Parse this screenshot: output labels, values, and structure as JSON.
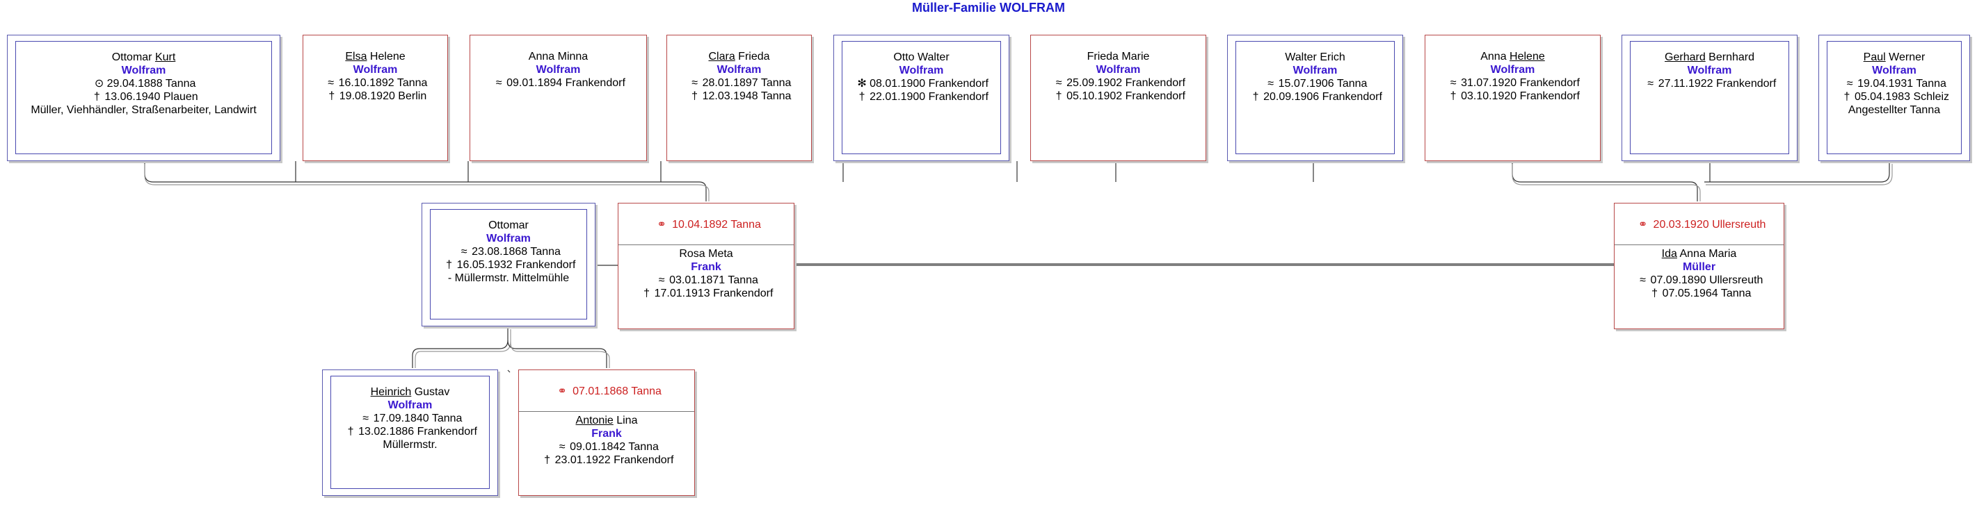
{
  "title": "Müller-Familie WOLFRAM",
  "symbols": {
    "born": "⊙",
    "baptized": "≈",
    "died": "†",
    "born_star": "✻",
    "marriage": "⚭"
  },
  "children_row_1": [
    {
      "given_pre": "Ottomar ",
      "given_call": "Kurt",
      "given_post": "",
      "surname": "Wolfram",
      "event1": "29.04.1888 Tanna",
      "event2": "13.06.1940 Plauen",
      "note": "Müller, Viehhändler, Straßenarbeiter, Landwirt"
    },
    {
      "given_pre": "",
      "given_call": "Elsa",
      "given_post": " Helene",
      "surname": "Wolfram",
      "event1": "16.10.1892 Tanna",
      "event2": "19.08.1920 Berlin"
    },
    {
      "given_pre": "Anna Minna",
      "surname": "Wolfram",
      "event1": "09.01.1894 Frankendorf"
    },
    {
      "given_pre": "",
      "given_call": "Clara",
      "given_post": " Frieda",
      "surname": "Wolfram",
      "event1": "28.01.1897 Tanna",
      "event2": "12.03.1948 Tanna"
    },
    {
      "given_pre": "Otto Walter",
      "surname": "Wolfram",
      "event1": "08.01.1900 Frankendorf",
      "event2": "22.01.1900 Frankendorf"
    },
    {
      "given_pre": "Frieda Marie",
      "surname": "Wolfram",
      "event1": "25.09.1902 Frankendorf",
      "event2": "05.10.1902 Frankendorf"
    },
    {
      "given_pre": "Walter Erich",
      "surname": "Wolfram",
      "event1": "15.07.1906 Tanna",
      "event2": "20.09.1906 Frankendorf"
    },
    {
      "given_pre": "Anna ",
      "given_call": "Helene",
      "given_post": "",
      "surname": "Wolfram",
      "event1": "31.07.1920 Frankendorf",
      "event2": "03.10.1920 Frankendorf"
    },
    {
      "given_pre": "",
      "given_call": "Gerhard",
      "given_post": " Bernhard",
      "surname": "Wolfram",
      "event1": "27.11.1922 Frankendorf"
    },
    {
      "given_pre": "",
      "given_call": "Paul",
      "given_post": " Werner",
      "surname": "Wolfram",
      "event1": "19.04.1931 Tanna",
      "event2": "05.04.1983 Schleiz",
      "note": "Angestellter Tanna"
    }
  ],
  "father": {
    "given": "Ottomar",
    "surname": "Wolfram",
    "event1": "23.08.1868 Tanna",
    "event2": "16.05.1932 Frankendorf",
    "note": "- Müllermstr. Mittelmühle"
  },
  "marriage1": {
    "date": "10.04.1892 Tanna",
    "given": "Rosa Meta",
    "surname": "Frank",
    "event1": "03.01.1871 Tanna",
    "event2": "17.01.1913 Frankendorf"
  },
  "marriage2": {
    "date": "20.03.1920 Ullersreuth",
    "given_call": "Ida",
    "given_post": " Anna Maria",
    "surname": "Müller",
    "event1": "07.09.1890 Ullersreuth",
    "event2": "07.05.1964 Tanna"
  },
  "grandfather": {
    "given_call": "Heinrich",
    "given_post": " Gustav",
    "surname": "Wolfram",
    "event1": "17.09.1840 Tanna",
    "event2": "13.02.1886 Frankendorf",
    "note": "Müllermstr."
  },
  "marriage0": {
    "date": "07.01.1868 Tanna",
    "given_call": "Antonie",
    "given_post": " Lina",
    "surname": "Frank",
    "event1": "09.01.1842 Tanna",
    "event2": "23.01.1922 Frankendorf"
  }
}
